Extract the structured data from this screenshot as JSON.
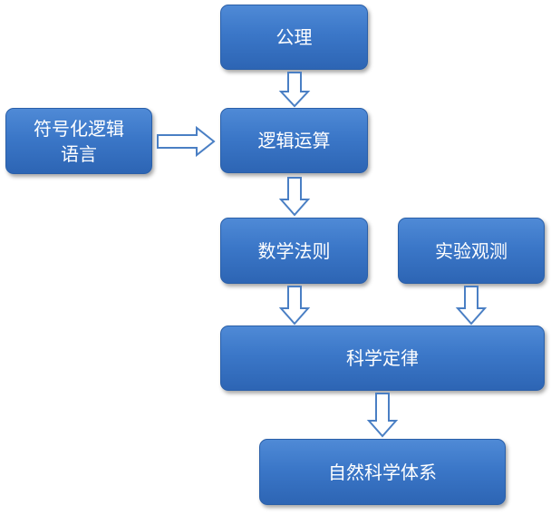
{
  "diagram": {
    "nodes": {
      "axiom": "公理",
      "symbolic_logic_line1": "符号化逻辑",
      "symbolic_logic_line2": "语言",
      "logic_operation": "逻辑运算",
      "math_rules": "数学法则",
      "experiment": "实验观测",
      "science_law": "科学定律",
      "natural_science": "自然科学体系"
    },
    "edges": [
      {
        "from": "公理",
        "to": "逻辑运算"
      },
      {
        "from": "符号化逻辑语言",
        "to": "逻辑运算"
      },
      {
        "from": "逻辑运算",
        "to": "数学法则"
      },
      {
        "from": "数学法则",
        "to": "科学定律"
      },
      {
        "from": "实验观测",
        "to": "科学定律"
      },
      {
        "from": "科学定律",
        "to": "自然科学体系"
      }
    ],
    "colors": {
      "box_fill": "#3b77c8",
      "box_border": "#2a5fa8",
      "arrow_stroke": "#4a7fc4",
      "text": "#ffffff"
    }
  }
}
